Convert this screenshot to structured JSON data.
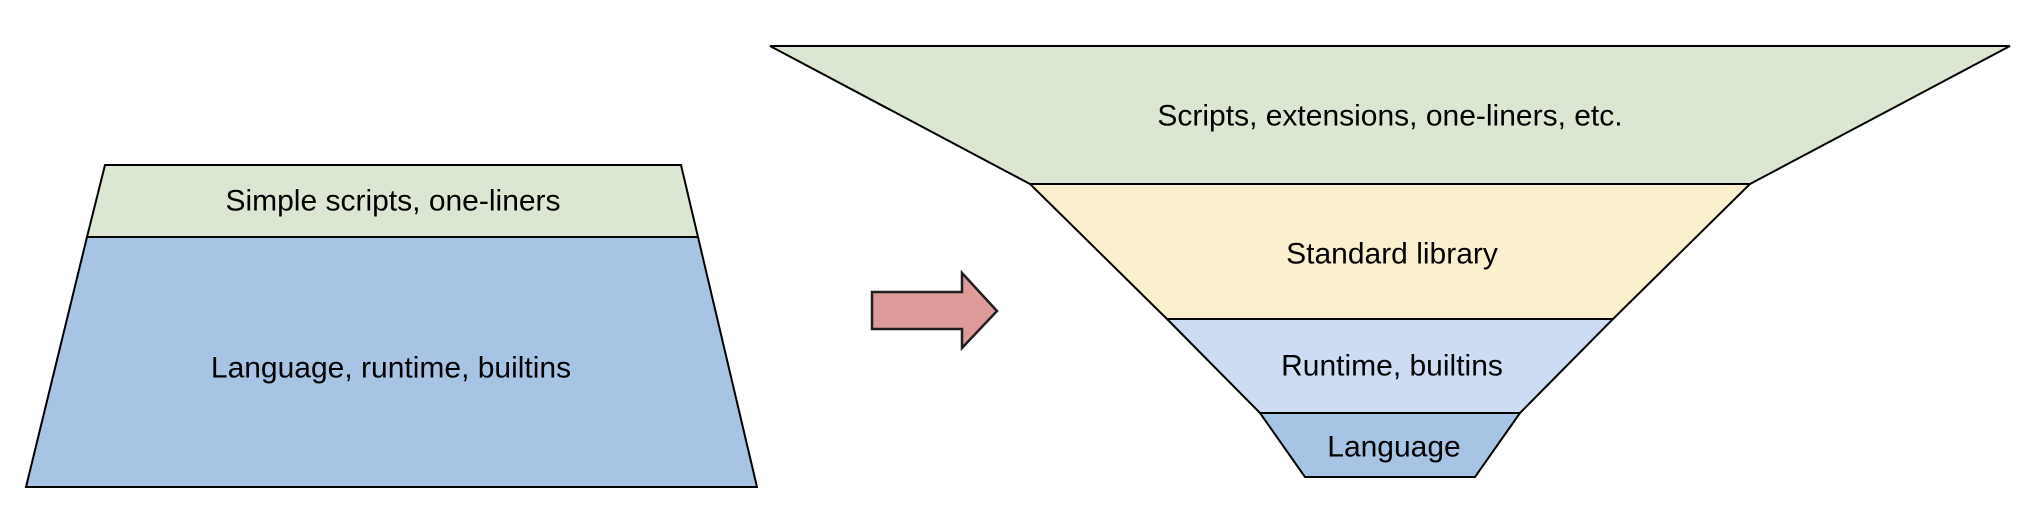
{
  "diagram": {
    "background_color": "#ffffff",
    "text_color": "#000000",
    "left_pyramid": {
      "shape": "trapezoid-widening-down",
      "layers": [
        {
          "label": "Simple scripts, one-liners",
          "color": "#dbe7d2"
        },
        {
          "label": "Language, runtime, builtins",
          "color": "#a7c4e4"
        }
      ]
    },
    "arrow": {
      "direction": "right",
      "color": "#dc9a98"
    },
    "right_funnel": {
      "shape": "inverted-funnel",
      "layers": [
        {
          "label": "Scripts, extensions, one-liners, etc.",
          "color": "#dbe7d2"
        },
        {
          "label": "Standard library",
          "color": "#fbf0cd"
        },
        {
          "label": "Runtime, builtins",
          "color": "#cddbf3"
        },
        {
          "label": "Language",
          "color": "#a7c4e4"
        }
      ]
    }
  }
}
